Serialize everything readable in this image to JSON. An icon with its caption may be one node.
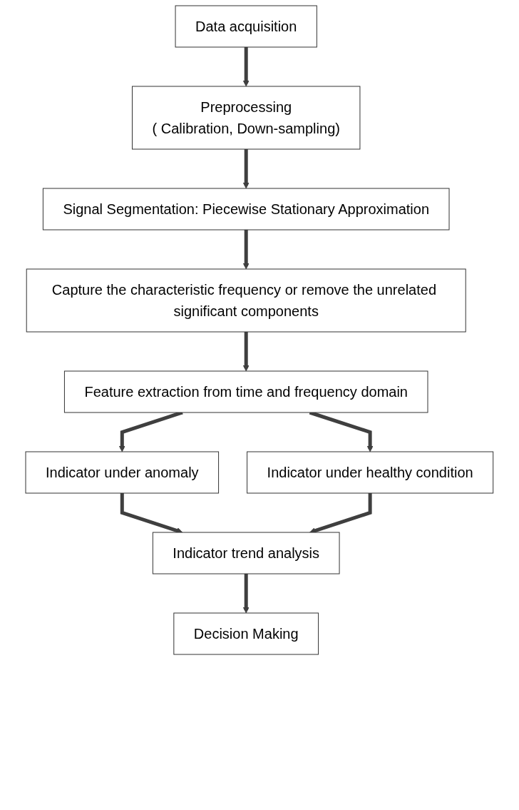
{
  "diagram": {
    "nodes": [
      {
        "text": [
          "Data acquisition"
        ]
      },
      {
        "text": [
          "Preprocessing",
          "( Calibration, Down-sampling)"
        ]
      },
      {
        "text": [
          "Signal Segmentation: Piecewise Stationary Approximation"
        ]
      },
      {
        "text": [
          "Capture the characteristic frequency or remove the unrelated significant components"
        ]
      },
      {
        "text": [
          "Feature extraction from time and frequency domain"
        ]
      },
      {
        "text": [
          "Indicator under anomaly"
        ]
      },
      {
        "text": [
          "Indicator under healthy condition"
        ]
      },
      {
        "text": [
          "Indicator trend analysis"
        ]
      },
      {
        "text": [
          "Decision Making"
        ]
      }
    ],
    "edges": [
      {
        "from": 0,
        "to": 1,
        "arrow": "to"
      },
      {
        "from": 1,
        "to": 2,
        "arrow": "to"
      },
      {
        "from": 2,
        "to": 3,
        "arrow": "to"
      },
      {
        "from": 3,
        "to": 4,
        "arrow": "to"
      },
      {
        "from": 4,
        "to": 5,
        "arrow": "to"
      },
      {
        "from": 4,
        "to": 6,
        "arrow": "to"
      },
      {
        "from": 5,
        "to": 7,
        "arrow": "to"
      },
      {
        "from": 6,
        "to": 7,
        "arrow": "to"
      },
      {
        "from": 7,
        "to": 8,
        "arrow": "to"
      }
    ]
  }
}
